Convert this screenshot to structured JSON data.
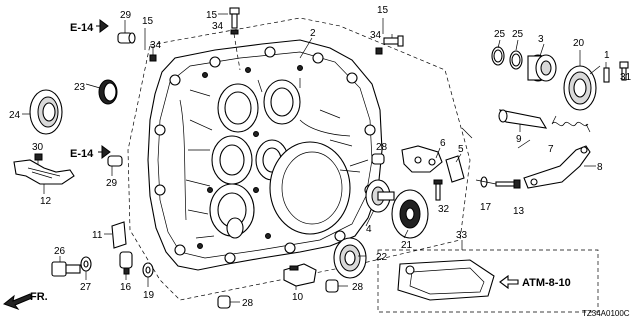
{
  "callouts": {
    "c29a": "29",
    "c15a": "15",
    "c34a": "34",
    "c15b": "15",
    "c34b": "34",
    "c15c": "15",
    "c34c": "34",
    "c1": "1",
    "c2": "2",
    "c3": "3",
    "c4": "4",
    "c5": "5",
    "c6": "6",
    "c7": "7",
    "c8": "8",
    "c9": "9",
    "c10": "10",
    "c11": "11",
    "c12": "12",
    "c13": "13",
    "c16": "16",
    "c17": "17",
    "c19": "19",
    "c20": "20",
    "c21": "21",
    "c22": "22",
    "c23": "23",
    "c24": "24",
    "c25a": "25",
    "c25b": "25",
    "c26": "26",
    "c27": "27",
    "c28a": "28",
    "c28b": "28",
    "c28c": "28",
    "c29b": "29",
    "c30": "30",
    "c31": "31",
    "c32": "32",
    "c33": "33"
  },
  "references": {
    "e14_top": "E-14",
    "e14_mid": "E-14",
    "atm": "ATM-8-10",
    "front": "FR."
  },
  "diagram_code": "TZ34A0100C"
}
